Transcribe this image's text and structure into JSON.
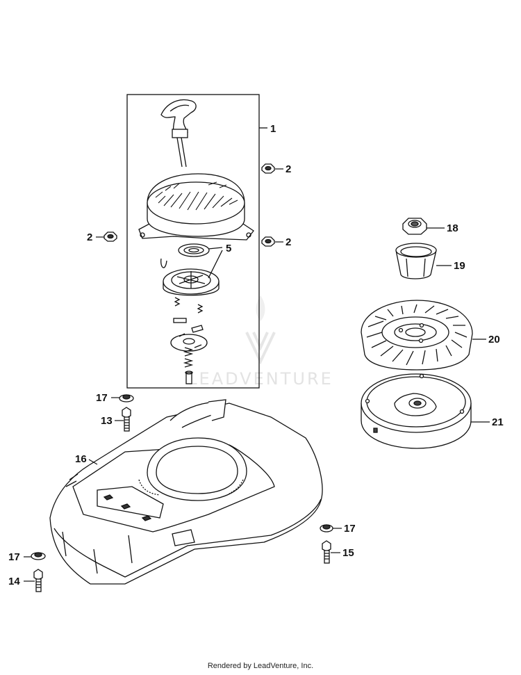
{
  "callouts": {
    "c1": "1",
    "c2a": "2",
    "c2b": "2",
    "c2c": "2",
    "c5": "5",
    "c18": "18",
    "c19": "19",
    "c20": "20",
    "c21": "21",
    "c17a": "17",
    "c13": "13",
    "c16": "16",
    "c17b": "17",
    "c14": "14",
    "c17c": "17",
    "c15": "15"
  },
  "watermark": "LEADVENTURE",
  "footer": "Rendered by LeadVenture, Inc."
}
